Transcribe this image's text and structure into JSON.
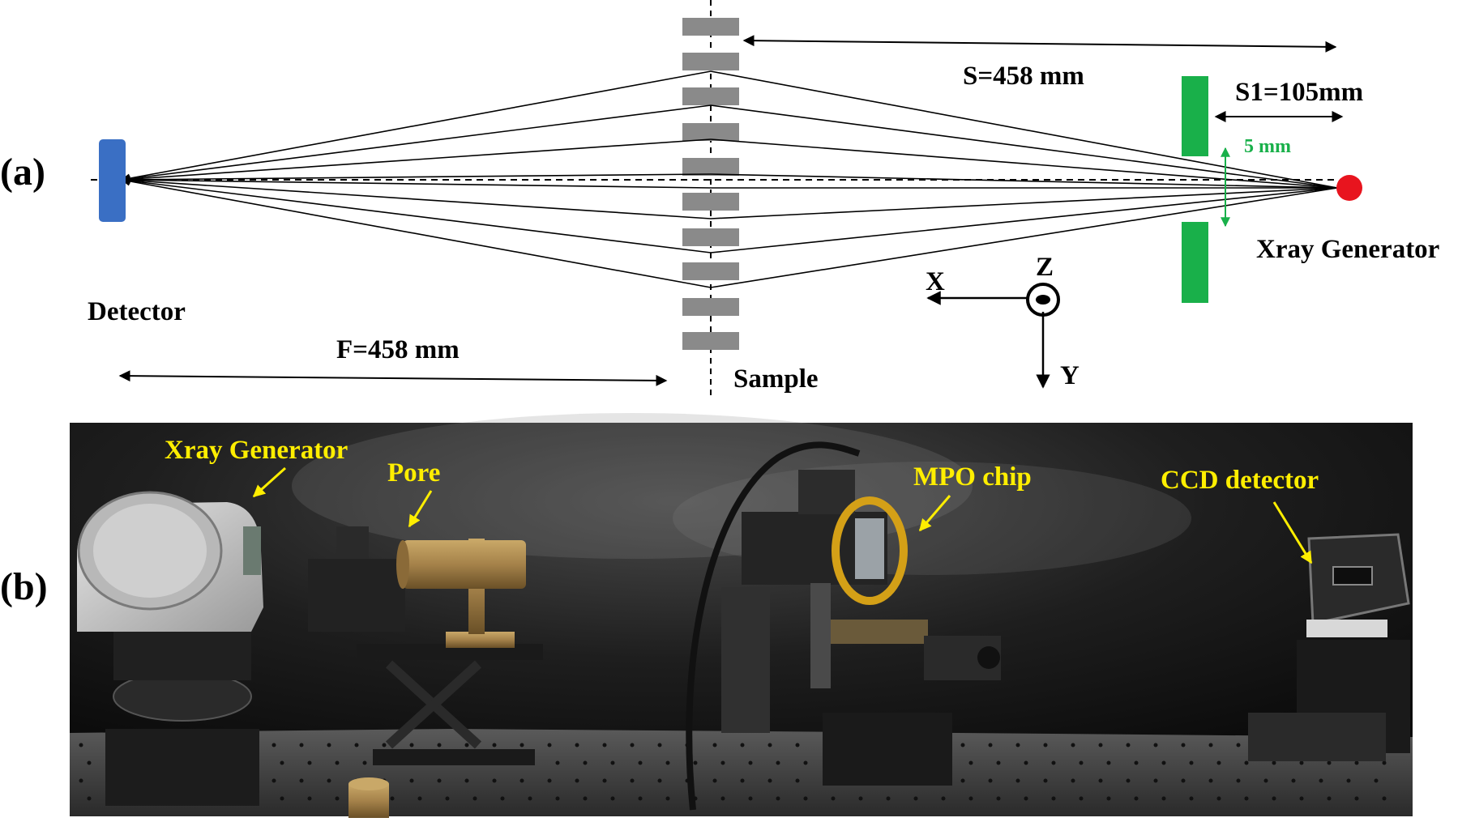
{
  "panel_a": {
    "panel_label": "(a)",
    "detector_label": "Detector",
    "sample_label": "Sample",
    "source_label": "Xray Generator",
    "focal_distance_label": "F=458 mm",
    "source_distance_label": "S=458 mm",
    "slit_distance_label": "S1=105mm",
    "slit_width_label": "5 mm",
    "axes": {
      "x": "X",
      "y": "Y",
      "z": "Z"
    },
    "colors": {
      "detector": "#3a6fc4",
      "source": "#e8141e",
      "slit": "#19b04a",
      "sample_plate": "#8a8a8a",
      "slit_arrow": "#19b04a"
    }
  },
  "panel_b": {
    "panel_label": "(b)",
    "callouts": {
      "xray_generator": "Xray Generator",
      "pore": "Pore",
      "mpo_chip": "MPO chip",
      "ccd_detector": "CCD detector"
    },
    "callout_color": "#ffee00",
    "photo_background": "#141414"
  }
}
